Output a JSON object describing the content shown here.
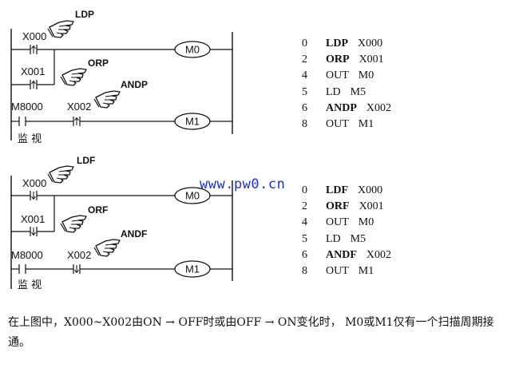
{
  "block1": {
    "contacts": {
      "c1": "X000",
      "c2": "X001",
      "c3": "M8000",
      "c4": "X002"
    },
    "annotations": {
      "a1": "LDP",
      "a2": "ORP",
      "a3": "ANDP"
    },
    "coils": {
      "k1": "M0",
      "k2": "M1"
    },
    "monitor": "监 视",
    "listing": [
      {
        "step": "0",
        "op": "LDP",
        "bold": true,
        "operand": "X000"
      },
      {
        "step": "2",
        "op": "ORP",
        "bold": true,
        "operand": "X001"
      },
      {
        "step": "4",
        "op": "OUT",
        "bold": false,
        "operand": "M0"
      },
      {
        "step": "5",
        "op": "LD",
        "bold": false,
        "operand": "M5"
      },
      {
        "step": "6",
        "op": "ANDP",
        "bold": true,
        "operand": "X002"
      },
      {
        "step": "8",
        "op": "OUT",
        "bold": false,
        "operand": "M1"
      }
    ]
  },
  "block2": {
    "contacts": {
      "c1": "X000",
      "c2": "X001",
      "c3": "M8000",
      "c4": "X002"
    },
    "annotations": {
      "a1": "LDF",
      "a2": "ORF",
      "a3": "ANDF"
    },
    "coils": {
      "k1": "M0",
      "k2": "M1"
    },
    "monitor": "监 视",
    "listing": [
      {
        "step": "0",
        "op": "LDF",
        "bold": true,
        "operand": "X000"
      },
      {
        "step": "2",
        "op": "ORF",
        "bold": true,
        "operand": "X001"
      },
      {
        "step": "4",
        "op": "OUT",
        "bold": false,
        "operand": "M0"
      },
      {
        "step": "5",
        "op": "LD",
        "bold": false,
        "operand": "M5"
      },
      {
        "step": "6",
        "op": "ANDF",
        "bold": true,
        "operand": "X002"
      },
      {
        "step": "8",
        "op": "OUT",
        "bold": false,
        "operand": "M1"
      }
    ]
  },
  "watermark": "www.pw0.cn",
  "note": "在上图中，X000~X002由ON → OFF时或由OFF → ON变化时， M0或M1仅有一个扫描周期接通。",
  "colors": {
    "ink": "#111111",
    "watermark": "#1b2fd4"
  }
}
